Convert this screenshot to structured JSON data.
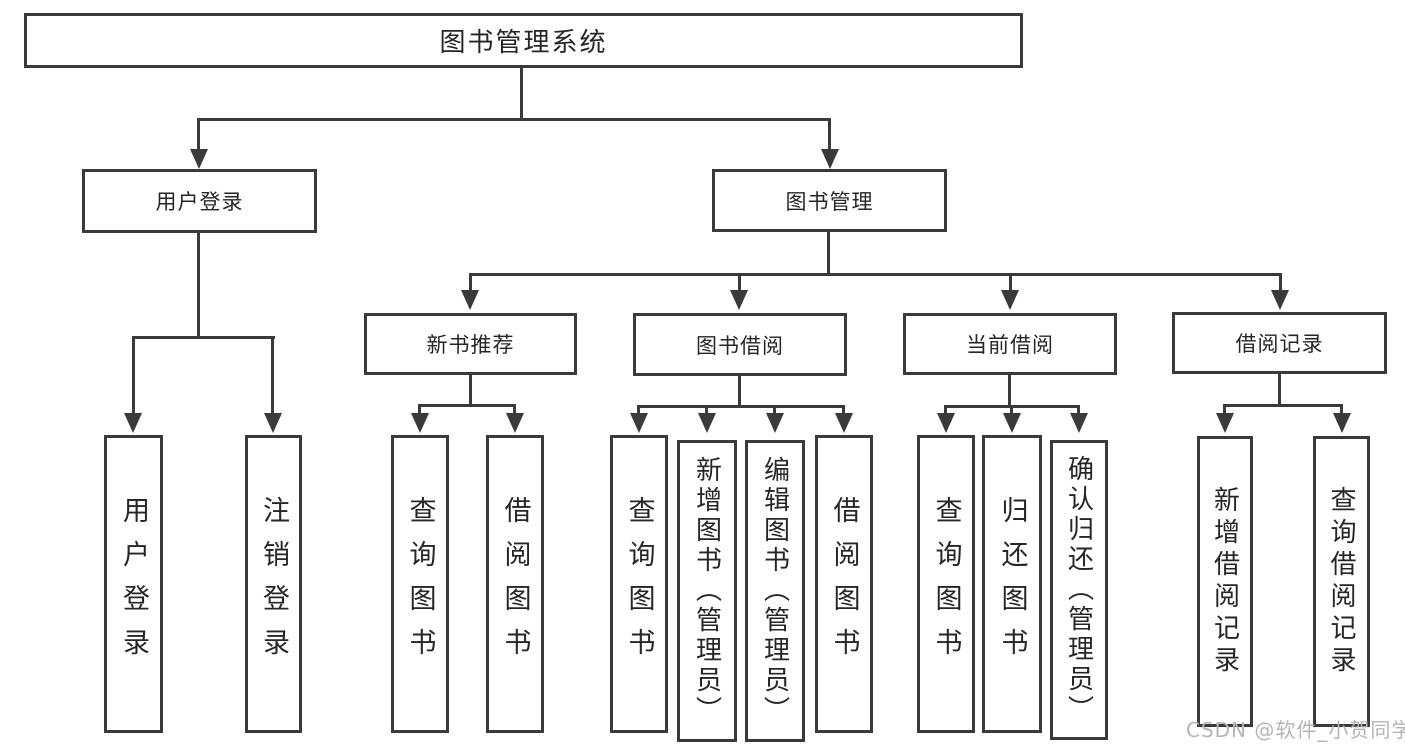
{
  "diagram": {
    "root": "图书管理系统",
    "level1": {
      "user_login": "用户登录",
      "book_mgmt": "图书管理"
    },
    "level2": {
      "new_book_rec": "新书推荐",
      "book_borrow": "图书借阅",
      "current_borrow": "当前借阅",
      "borrow_records": "借阅记录"
    },
    "leaves": {
      "user_login": [
        "用户登录",
        "注销登录"
      ],
      "new_book_rec": [
        "查询图书",
        "借阅图书"
      ],
      "book_borrow": [
        "查询图书",
        "新增图书（管理员）",
        "编辑图书（管理员）",
        "借阅图书"
      ],
      "current_borrow": [
        "查询图书",
        "归还图书",
        "确认归还（管理员）"
      ],
      "borrow_records": [
        "新增借阅记录",
        "查询借阅记录"
      ]
    }
  },
  "watermark": "CSDN @软件_小贺同学",
  "colors": {
    "line": "#3a3a3a",
    "text": "#262626",
    "watermark": "#b5b5b5",
    "background": "#ffffff"
  }
}
